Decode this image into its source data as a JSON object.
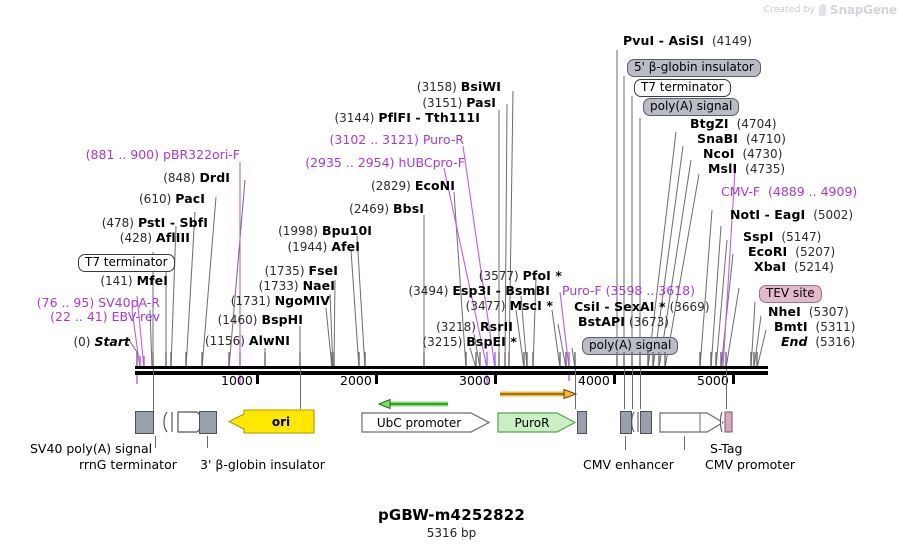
{
  "watermark": {
    "prefix": "Created by",
    "brand": "SnapGene"
  },
  "title": {
    "name": "pGBW-m4252822",
    "length": "5316 bp"
  },
  "ruler": {
    "start": 0,
    "end": 5316,
    "tick_labels": [
      "1000",
      "2000",
      "3000",
      "4000",
      "5000"
    ],
    "tick_values": [
      1000,
      2000,
      3000,
      4000,
      5000
    ]
  },
  "labels_left": [
    {
      "kind": "primer",
      "pos": "(76 .. 95)",
      "name": "SV40pA-R"
    },
    {
      "kind": "primer",
      "pos": "(22 .. 41)",
      "name": "EBV-rev"
    },
    {
      "kind": "marker",
      "pos": "(0)",
      "name": "Start"
    },
    {
      "kind": "enzyme",
      "pos": "(141)",
      "name": "MfeI"
    },
    {
      "kind": "feature",
      "name": "T7 terminator",
      "style": "white"
    },
    {
      "kind": "enzyme",
      "pos": "(428)",
      "name": "AflIII"
    },
    {
      "kind": "enzyme",
      "pos": "(478)",
      "name": "PstI - SbfI"
    },
    {
      "kind": "enzyme",
      "pos": "(610)",
      "name": "PacI"
    },
    {
      "kind": "enzyme",
      "pos": "(848)",
      "name": "DrdI"
    },
    {
      "kind": "primer",
      "pos": "(881 .. 900)",
      "name": "pBR322ori-F"
    },
    {
      "kind": "enzyme",
      "pos": "(1156)",
      "name": "AlwNI"
    },
    {
      "kind": "enzyme",
      "pos": "(1460)",
      "name": "BspHI"
    },
    {
      "kind": "enzyme",
      "pos": "(1731)",
      "name": "NgoMIV"
    },
    {
      "kind": "enzyme",
      "pos": "(1733)",
      "name": "NaeI"
    },
    {
      "kind": "enzyme",
      "pos": "(1735)",
      "name": "FseI"
    },
    {
      "kind": "enzyme",
      "pos": "(1944)",
      "name": "AfeI"
    },
    {
      "kind": "enzyme",
      "pos": "(1998)",
      "name": "Bpu10I"
    }
  ],
  "labels_mid": [
    {
      "kind": "enzyme",
      "pos": "(2469)",
      "name": "BbsI"
    },
    {
      "kind": "enzyme",
      "pos": "(2829)",
      "name": "EcoNI"
    },
    {
      "kind": "primer",
      "pos": "(2935 .. 2954)",
      "name": "hUBCpro-F"
    },
    {
      "kind": "primer",
      "pos": "(3102 .. 3121)",
      "name": "Puro-R"
    },
    {
      "kind": "enzyme",
      "pos": "(3144)",
      "name": "PflFI - Tth111I"
    },
    {
      "kind": "enzyme",
      "pos": "(3151)",
      "name": "PasI"
    },
    {
      "kind": "enzyme",
      "pos": "(3158)",
      "name": "BsiWI"
    },
    {
      "kind": "enzyme",
      "pos": "(3215)",
      "name": "BspEI *"
    },
    {
      "kind": "enzyme",
      "pos": "(3218)",
      "name": "RsrII"
    },
    {
      "kind": "enzyme",
      "pos": "(3477)",
      "name": "MscI *"
    },
    {
      "kind": "enzyme",
      "pos": "(3494)",
      "name": "Esp3I - BsmBI"
    },
    {
      "kind": "enzyme",
      "pos": "(3577)",
      "name": "PfoI *"
    },
    {
      "kind": "primer",
      "pos": "(3598 .. 3618)",
      "name": "Puro-F"
    },
    {
      "kind": "enzyme",
      "pos": "(3669)",
      "name": "CsiI - SexAI *"
    },
    {
      "kind": "enzyme",
      "pos": "(3673)",
      "name": "BstAPI"
    },
    {
      "kind": "feature",
      "name": "poly(A) signal",
      "style": "gray"
    }
  ],
  "labels_right": [
    {
      "kind": "enzyme",
      "pos": "(4149)",
      "name": "PvuI - AsiSI"
    },
    {
      "kind": "feature",
      "name": "5' β-globin insulator",
      "style": "gray"
    },
    {
      "kind": "feature",
      "name": "T7 terminator",
      "style": "white"
    },
    {
      "kind": "feature",
      "name": "poly(A) signal",
      "style": "gray"
    },
    {
      "kind": "enzyme",
      "pos": "(4704)",
      "name": "BtgZI"
    },
    {
      "kind": "enzyme",
      "pos": "(4710)",
      "name": "SnaBI"
    },
    {
      "kind": "enzyme",
      "pos": "(4730)",
      "name": "NcoI"
    },
    {
      "kind": "enzyme",
      "pos": "(4735)",
      "name": "MslI"
    },
    {
      "kind": "primer",
      "pos": "(4889 .. 4909)",
      "name": "CMV-F"
    },
    {
      "kind": "enzyme",
      "pos": "(5002)",
      "name": "NotI - EagI"
    },
    {
      "kind": "enzyme",
      "pos": "(5147)",
      "name": "SspI"
    },
    {
      "kind": "enzyme",
      "pos": "(5207)",
      "name": "EcoRI"
    },
    {
      "kind": "enzyme",
      "pos": "(5214)",
      "name": "XbaI"
    },
    {
      "kind": "feature",
      "name": "TEV site",
      "style": "pink"
    },
    {
      "kind": "enzyme",
      "pos": "(5307)",
      "name": "NheI"
    },
    {
      "kind": "enzyme",
      "pos": "(5311)",
      "name": "BmtI"
    },
    {
      "kind": "marker",
      "pos": "(5316)",
      "name": "End"
    }
  ],
  "track_features": [
    {
      "name": "SV40 poly(A) signal",
      "shape": "box",
      "color": "#9aa0ab"
    },
    {
      "name": "rrnG terminator",
      "shape": "hairpin",
      "color": "#ffffff"
    },
    {
      "name": "3' β-globin insulator",
      "shape": "box",
      "color": "#9aa0ab"
    },
    {
      "name": "ori",
      "shape": "arrow-left",
      "color": "#ffe800"
    },
    {
      "name": "UbC promoter",
      "shape": "arrow-right",
      "color": "#ffffff"
    },
    {
      "name": "PuroR",
      "shape": "arrow-right",
      "color": "#c9f0c2"
    },
    {
      "name": "CMV enhancer",
      "shape": "box",
      "color": "#9aa0ab"
    },
    {
      "name": "CMV promoter",
      "shape": "arrow-right",
      "color": "#ffffff"
    },
    {
      "name": "S-Tag",
      "shape": "box",
      "color": "#d8a8bd"
    }
  ],
  "track_labels": [
    {
      "text": "SV40 poly(A) signal"
    },
    {
      "text": "rrnG terminator"
    },
    {
      "text": "3' β-globin insulator"
    },
    {
      "text": "CMV enhancer"
    },
    {
      "text": "CMV promoter"
    },
    {
      "text": "S-Tag"
    }
  ],
  "primer_arrows": [
    {
      "name": "hUBCpro-F",
      "direction": "left",
      "color": "#7ee06a"
    },
    {
      "name": "Puro-F",
      "direction": "right",
      "color": "#f5b73d"
    }
  ],
  "colors": {
    "primer_text": "#a738e0",
    "enzyme_text": "#000000",
    "feature_gray": "#b9bcc4",
    "feature_pink": "#e3b9cd",
    "ori_yellow": "#ffe800",
    "puror_green": "#c9f0c2",
    "leader_line": "#6d6d6d",
    "primer_line": "#bf5cf0"
  }
}
